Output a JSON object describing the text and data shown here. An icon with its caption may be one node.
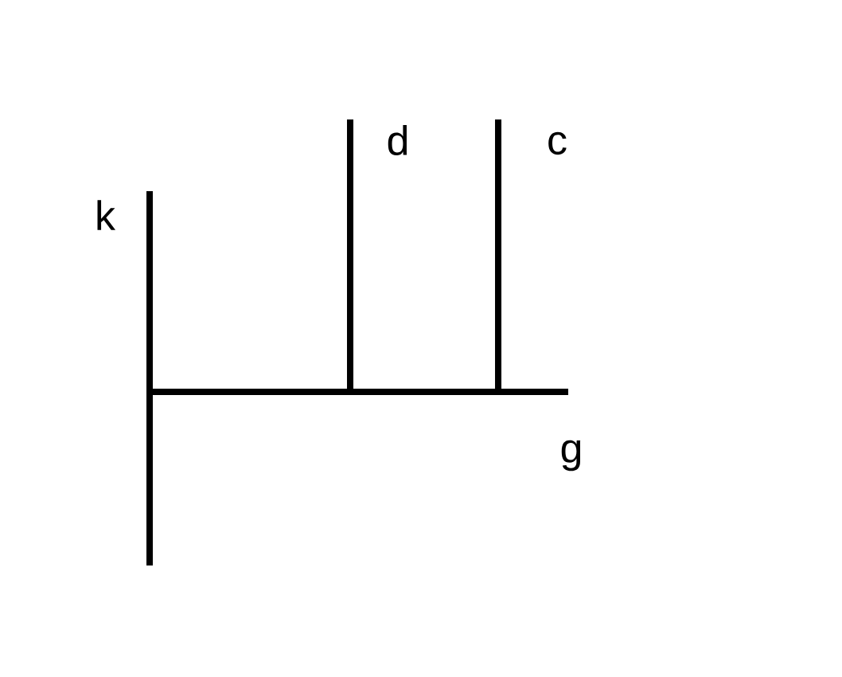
{
  "diagram": {
    "labels": [
      "k",
      "d",
      "c",
      "g"
    ]
  }
}
